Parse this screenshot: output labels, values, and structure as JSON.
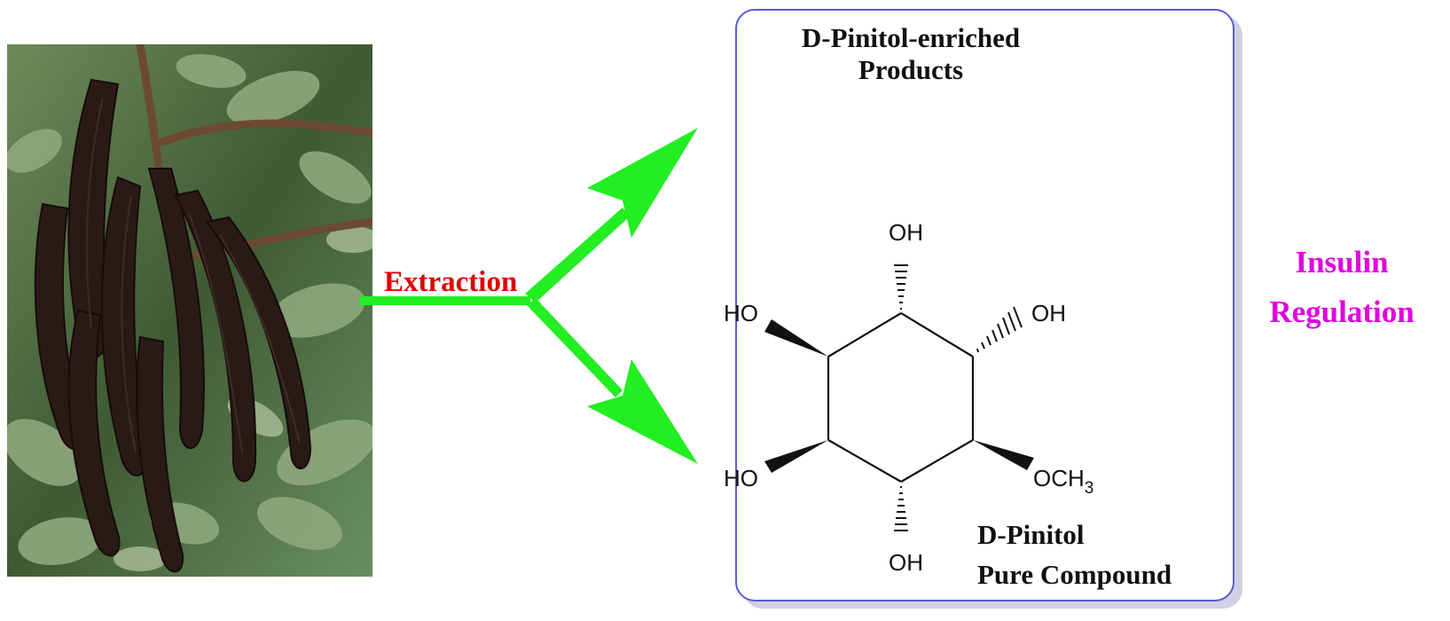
{
  "photo": {
    "subject": "carob pods"
  },
  "extraction_label": "Extraction",
  "box": {
    "title_line1": "D-Pinitol-enriched",
    "title_line2": "Products",
    "compound_line1": "D-Pinitol",
    "compound_line2": "Pure Compound"
  },
  "structure": {
    "oh_top": "OH",
    "oh_left": "HO",
    "oh_right": "OH",
    "oh_lower_left": "HO",
    "och3": "OCH",
    "och3_sub": "3",
    "oh_bottom": "OH"
  },
  "outcome": {
    "line1": "Insulin",
    "line2": "Regulation"
  },
  "colors": {
    "arrow": "#22ee22",
    "extraction": "#e00000",
    "outcome": "#e000e0",
    "box_border": "#5b5bd6"
  }
}
